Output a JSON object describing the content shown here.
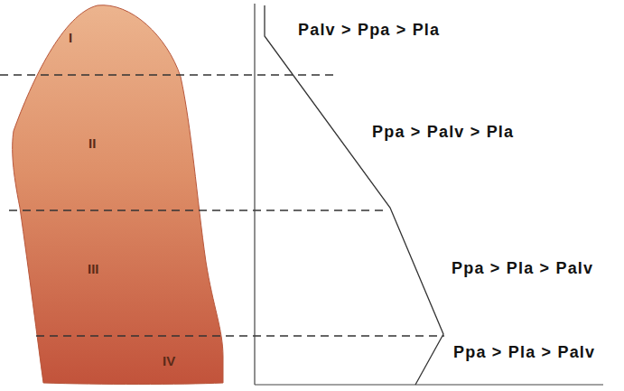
{
  "diagram": {
    "labels": [
      "I",
      "II",
      "III",
      "IV",
      "Palv > Ppa > Pla",
      "Ppa > Palv > Pla",
      "Ppa > Pla > Palv",
      "Ppa > Pla > Palv"
    ]
  }
}
